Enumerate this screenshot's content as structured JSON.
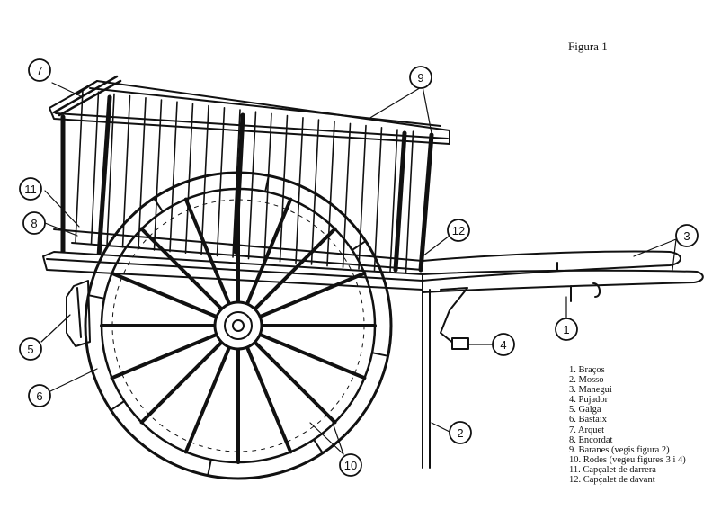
{
  "figure_title": "Figura 1",
  "callouts": [
    "1",
    "2",
    "3",
    "4",
    "5",
    "6",
    "7",
    "8",
    "9",
    "10",
    "11",
    "12"
  ],
  "legend": [
    "1. Braços",
    "2. Mosso",
    "3. Manegui",
    "4. Pujador",
    "5. Galga",
    "6. Bastaix",
    "7. Arquet",
    "8. Encordat",
    "9. Baranes (vegis figura 2)",
    "10. Rodes (vegeu figures 3 i 4)",
    "11. Capçalet de darrera",
    "12. Capçalet de davant"
  ]
}
